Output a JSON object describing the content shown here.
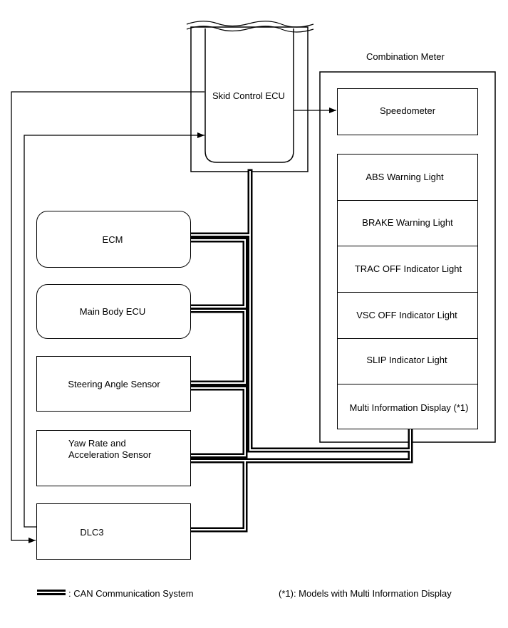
{
  "skid_control_ecu": "Skid Control ECU",
  "combination_meter": {
    "title": "Combination Meter",
    "speedometer": "Speedometer",
    "lights": [
      "ABS Warning Light",
      "BRAKE Warning Light",
      "TRAC OFF Indicator Light",
      "VSC OFF Indicator Light",
      "SLIP Indicator Light",
      "Multi Information Display (*1)"
    ]
  },
  "nodes": {
    "ecm": "ECM",
    "main_body_ecu": "Main Body ECU",
    "steering_angle_sensor": "Steering Angle Sensor",
    "yaw_rate_line1": "Yaw Rate and",
    "yaw_rate_line2": "Acceleration Sensor",
    "dlc3": "DLC3"
  },
  "legend": {
    "can_label": ": CAN Communication System",
    "note": "(*1): Models with Multi Information Display"
  }
}
